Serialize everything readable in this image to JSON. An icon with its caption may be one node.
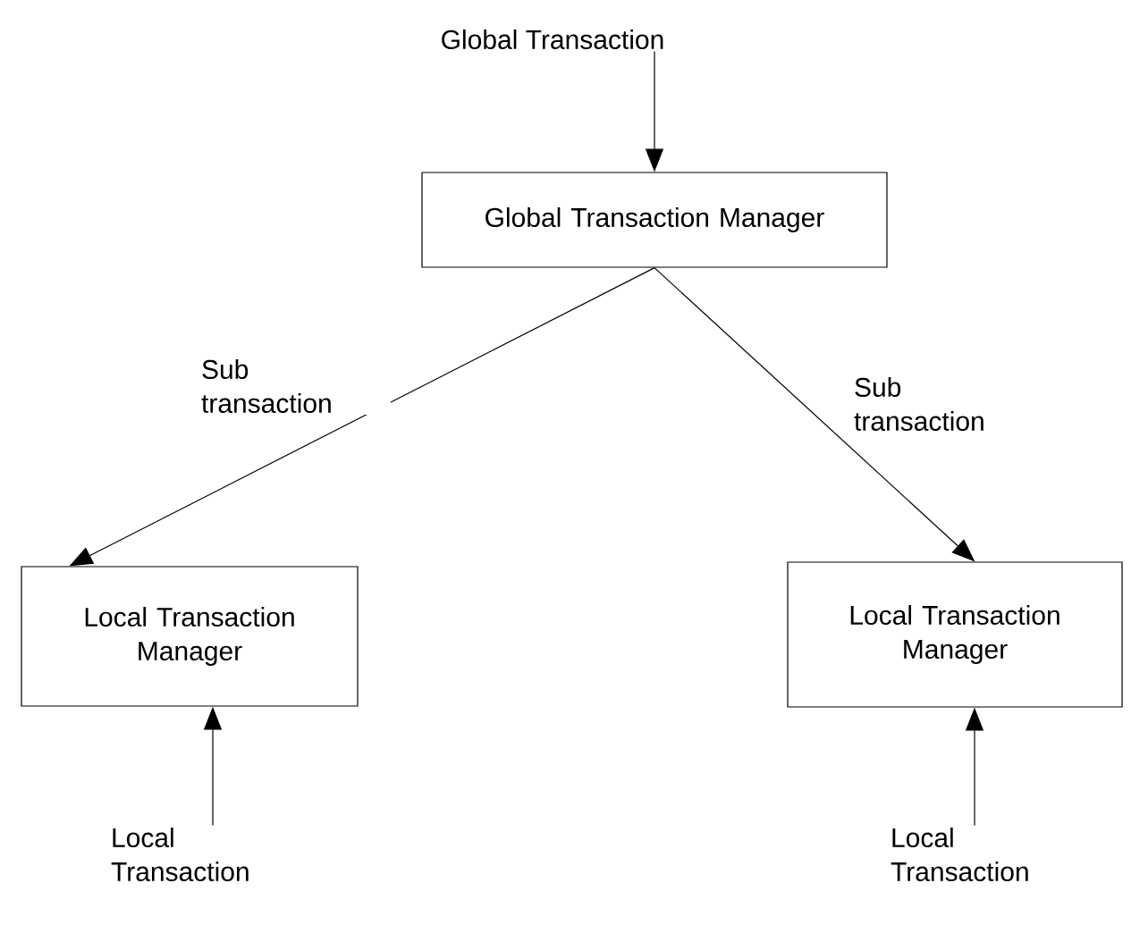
{
  "diagram": {
    "nodes": [
      {
        "text": [
          "Global Transaction"
        ]
      },
      {
        "text": [
          "Global Transaction Manager"
        ]
      },
      {
        "text": [
          "Local Transaction Manager"
        ]
      },
      {
        "text": [
          "Local Transaction Manager"
        ]
      },
      {
        "text": [
          "Local Transaction"
        ]
      },
      {
        "text": [
          "Local Transaction"
        ]
      }
    ],
    "edges": [
      {
        "from": 0,
        "to": 1,
        "arrow": "to"
      },
      {
        "from": 1,
        "to": 2,
        "arrow": "to",
        "label": "Sub transaction"
      },
      {
        "from": 1,
        "to": 3,
        "arrow": "to",
        "label": "Sub transaction"
      },
      {
        "from": 4,
        "to": 2,
        "arrow": "to"
      },
      {
        "from": 5,
        "to": 3,
        "arrow": "to"
      }
    ]
  }
}
